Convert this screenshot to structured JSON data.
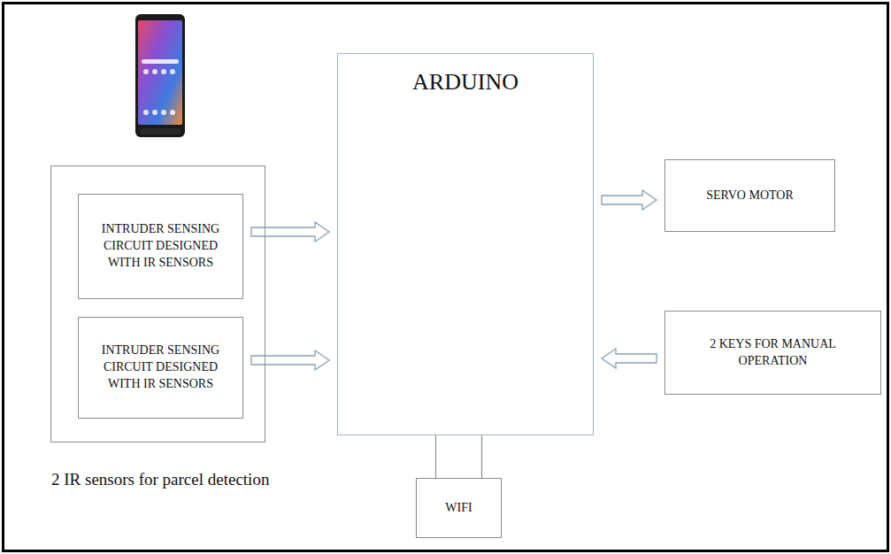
{
  "diagram": {
    "nodes": [
      {
        "text": [
          "2 IR sensors for parcel detection"
        ]
      },
      {
        "text": [
          "INTRUDER SENSING CIRCUIT DESIGNED WITH IR SENSORS"
        ],
        "in": 0
      },
      {
        "text": [
          "INTRUDER SENSING CIRCUIT DESIGNED WITH IR SENSORS"
        ],
        "in": 0
      },
      {
        "text": [
          "ARDUINO"
        ]
      },
      {
        "text": [
          "SERVO MOTOR"
        ]
      },
      {
        "text": [
          "2 KEYS FOR MANUAL OPERATION"
        ]
      },
      {
        "text": [
          "WIFI"
        ]
      }
    ],
    "edges": [
      {
        "from": 1,
        "to": 3,
        "arrow": "to"
      },
      {
        "from": 2,
        "to": 3,
        "arrow": "to"
      },
      {
        "from": 3,
        "to": 4,
        "arrow": "to"
      },
      {
        "from": 5,
        "to": 3,
        "arrow": "to"
      },
      {
        "from": 3,
        "to": 6,
        "arrow": "none"
      }
    ]
  }
}
